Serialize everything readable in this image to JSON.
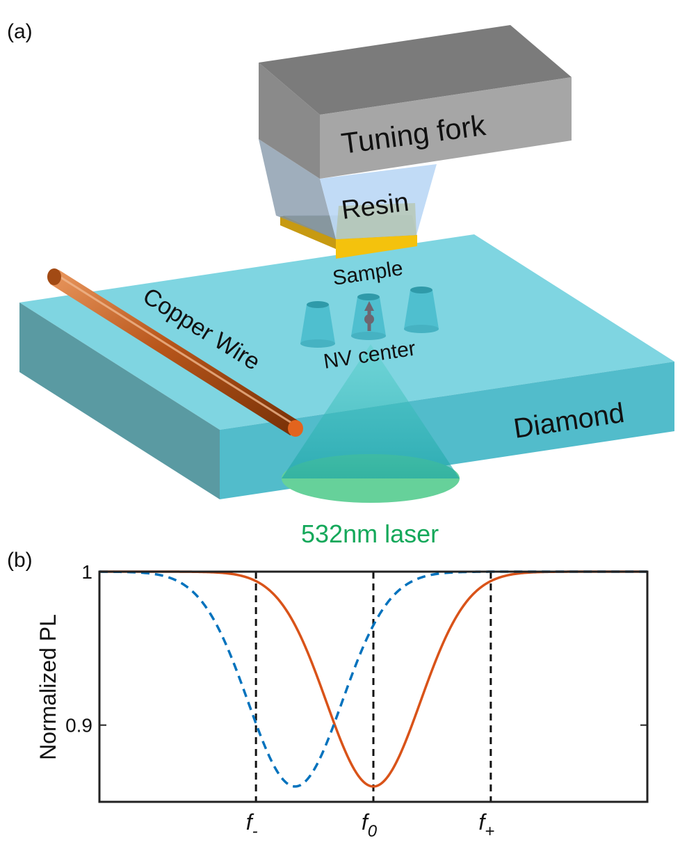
{
  "panel_a": {
    "label": "(a)",
    "tuning_fork": "Tuning fork",
    "resin": "Resin",
    "sample": "Sample",
    "copper_wire": "Copper Wire",
    "nv_center": "NV center",
    "diamond": "Diamond",
    "laser": "532nm laser"
  },
  "panel_b": {
    "label": "(b)"
  },
  "colors": {
    "diamond_top": "#7fd5e1",
    "diamond_front": "#52bccb",
    "diamond_side": "#5a9aa2",
    "fork_top": "#7b7b7b",
    "fork_front": "#a6a6a6",
    "resin": "#bcd8f5",
    "sample": "#f4c20d",
    "copper": "#b8561b",
    "laser_green": "#14a85a",
    "solid_curve": "#d95319",
    "dashed_curve": "#0072bd"
  },
  "chart_data": {
    "type": "line",
    "ylabel": "Normalized PL",
    "xlabel": "",
    "xlim": [
      -4.2,
      4.2
    ],
    "ylim": [
      0.85,
      1.0
    ],
    "yticks": [
      0.9,
      1
    ],
    "ytick_labels": [
      "0.9",
      "1"
    ],
    "xticks": [
      {
        "value": -1.8,
        "base": "f",
        "sub": "-"
      },
      {
        "value": 0,
        "base": "f",
        "sub": "0"
      },
      {
        "value": 1.8,
        "base": "f",
        "sub": "+"
      }
    ],
    "vlines": [
      -1.8,
      0,
      1.8
    ],
    "series": [
      {
        "style": "solid",
        "color": "#d95319",
        "center": 0,
        "depth": 0.14,
        "sigma": 0.72
      },
      {
        "style": "dashed",
        "color": "#0072bd",
        "center": -1.2,
        "depth": 0.14,
        "sigma": 0.72
      }
    ]
  }
}
